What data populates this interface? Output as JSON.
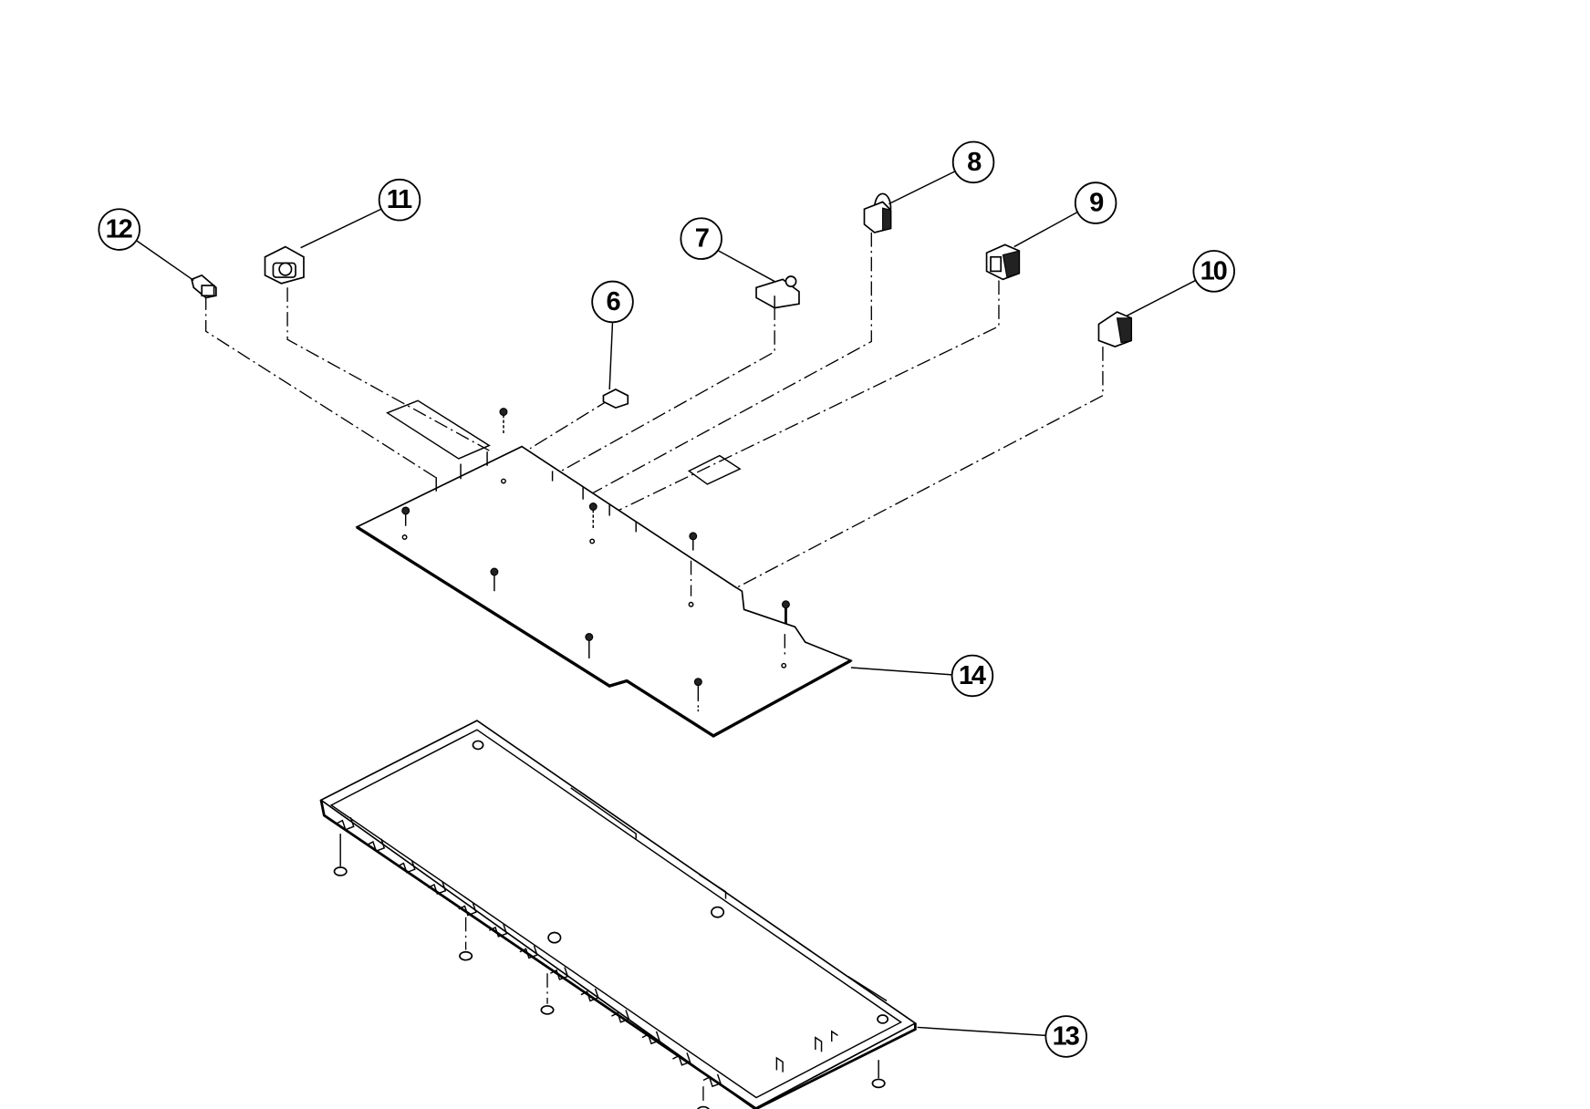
{
  "diagram": {
    "callouts": {
      "c6": "6",
      "c7": "7",
      "c8": "8",
      "c9": "9",
      "c10": "10",
      "c11": "11",
      "c12": "12",
      "c13": "13",
      "c14": "14"
    }
  }
}
